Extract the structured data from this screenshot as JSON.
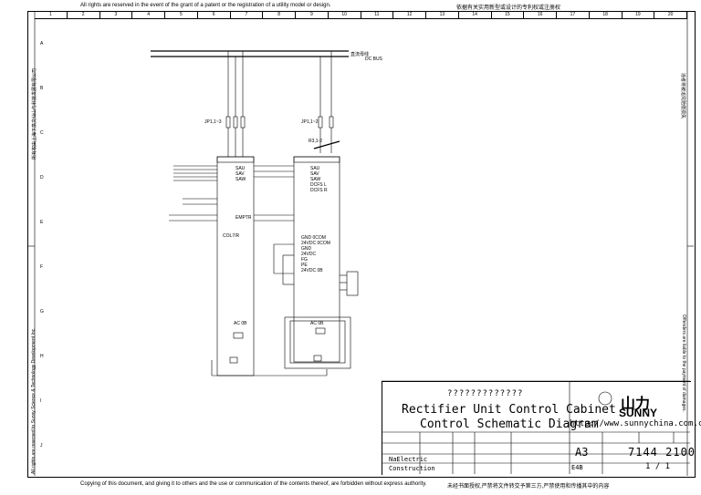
{
  "header": {
    "rights_en": "All rights are reserved in the event of the grant of a patent or the registration of a utility model or design.",
    "rights_cn": "依据有关实用新型或设计的专利权或注册权"
  },
  "footer": {
    "copy_en": "Copying of this document, and giving it to others and the use or communication of the contents thereof, are forbidden without express authority.",
    "copy_cn": "未经书面授权,严禁将文件转交予第三方,严禁使用和传播其中的内容"
  },
  "side": {
    "left_en": "All rights are reserved to Sunny Science & Technology Development Inc.",
    "left_cn": "所有权由上海下泉文仙山与科技发展有限公司",
    "right_en": "Offenders are liable to the payment of damages.",
    "right_cn": "违者将被追究赔偿损失"
  },
  "columns": [
    "1",
    "2",
    "3",
    "4",
    "5",
    "6",
    "7",
    "8",
    "9",
    "10",
    "11",
    "12",
    "13",
    "14",
    "15",
    "16",
    "17",
    "18",
    "19",
    "20"
  ],
  "rows": [
    "A",
    "B",
    "C",
    "D",
    "E",
    "F",
    "G",
    "H",
    "I",
    "J"
  ],
  "schematic": {
    "dc_bus": "DC BUS",
    "label_jp1": "JP1,1~3",
    "label_jp2": "JP1,1~2",
    "label_r": "R3,1-2",
    "bus_line_cn": "直流母线",
    "col_title": "COL7/R",
    "power_labels": [
      "GND 0COM",
      "24VDC 0COM",
      "GND",
      "24VDC",
      "FG",
      "PE",
      "24VDC 0B"
    ],
    "ac_labels": [
      "AC 0B",
      "AC 0B"
    ],
    "signal_left": [
      "SAU",
      "SAV",
      "SAW",
      "EMPTR"
    ],
    "ports": [
      "SAU",
      "SAV",
      "SAW",
      "DCFS L",
      "DCFS R"
    ]
  },
  "titleblock": {
    "question_marks": "?????????????",
    "title_line1": "Rectifier Unit Control Cabinet",
    "title_line2": "Control Schematic Diagram",
    "brand_cn": "山力",
    "brand_en": "SUNNY",
    "url": "http://www.sunnychina.com.cn",
    "drawn_by": "NaElectric",
    "checked_by": "Construction",
    "format": "A3",
    "doc_number": "7144 2100",
    "sheet": "1 / 1",
    "rev_tag": "E4B"
  }
}
